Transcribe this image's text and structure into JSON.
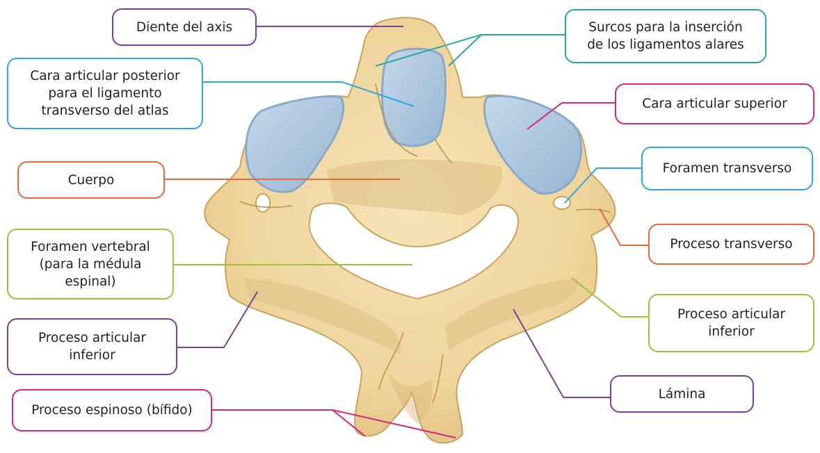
{
  "colors": {
    "purple": "#7b3f98",
    "teal": "#2aa5a0",
    "blue": "#2fa6dc",
    "pink": "#d6257a",
    "orange": "#e6673a",
    "green": "#9cc23b",
    "bone": "#f1d9a4",
    "bone_shadow": "#d8b576",
    "bone_outline": "#c9a25f",
    "facet": "#a9c3dc",
    "facet_edge": "#8aa9c8"
  },
  "labels": {
    "diente_axis": "Diente del axis",
    "surcos": "Surcos para la inserción\nde los ligamentos alares",
    "cara_posterior": "Cara articular posterior\npara el ligamento\ntransverso del atlas",
    "cara_superior": "Cara articular superior",
    "cuerpo": "Cuerpo",
    "foramen_transverso": "Foramen transverso",
    "proceso_transverso": "Proceso transverso",
    "foramen_vertebral": "Foramen vertebral\n(para la médula\nespinal)",
    "proceso_articular_inferior_left": "Proceso articular\ninferior",
    "proceso_articular_inferior_right": "Proceso articular\ninferior",
    "lamina": "Lámina",
    "proceso_espinoso": "Proceso espinoso (bífido)"
  }
}
